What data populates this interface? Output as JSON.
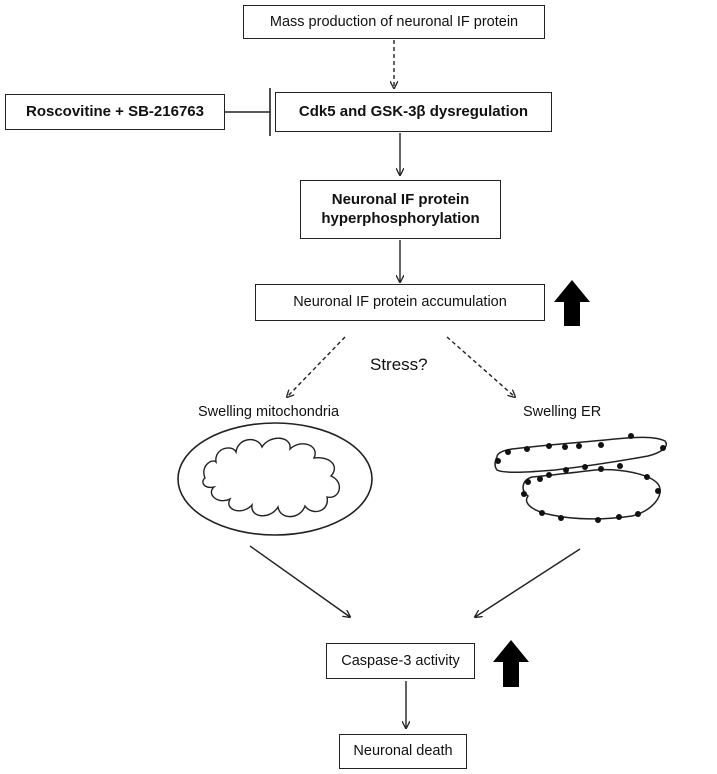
{
  "nodes": {
    "mass_production": "Mass production of neuronal IF protein",
    "inhibitors": "Roscovitine + SB-216763",
    "dysregulation": "Cdk5 and GSK-3β dysregulation",
    "hyperphosphorylation_line1": "Neuronal IF protein",
    "hyperphosphorylation_line2": "hyperphosphorylation",
    "accumulation": "Neuronal IF protein accumulation",
    "caspase": "Caspase-3 activity",
    "death": "Neuronal death"
  },
  "labels": {
    "stress": "Stress?",
    "mitochondria": "Swelling mitochondria",
    "er": "Swelling ER"
  },
  "indicators": {
    "accumulation": "increase",
    "caspase": "increase"
  }
}
